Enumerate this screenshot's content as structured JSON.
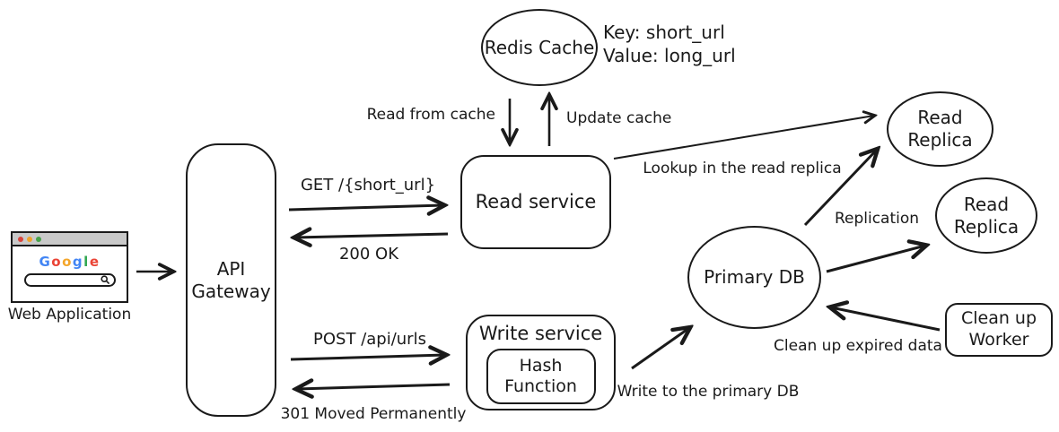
{
  "colors": {
    "stroke": "#1a1a1a",
    "background": "#ffffff",
    "browser_titlebar": "#c9c9c9",
    "traffic_red": "#d9453c",
    "traffic_yellow": "#efa32b",
    "traffic_green": "#46a24a",
    "google_blue": "#4285F4",
    "google_red": "#EA4335",
    "google_yellow": "#F4A62A",
    "google_green": "#34A853"
  },
  "nodes": {
    "web_application": {
      "caption": "Web Application"
    },
    "browser": {
      "logo_letters": [
        {
          "ch": "G",
          "color": "#4285F4"
        },
        {
          "ch": "o",
          "color": "#EA4335"
        },
        {
          "ch": "o",
          "color": "#F4A62A"
        },
        {
          "ch": "g",
          "color": "#4285F4"
        },
        {
          "ch": "l",
          "color": "#34A853"
        },
        {
          "ch": "e",
          "color": "#EA4335"
        }
      ]
    },
    "api_gateway": {
      "label": "API Gateway"
    },
    "read_service": {
      "label": "Read service"
    },
    "write_service": {
      "label": "Write service"
    },
    "hash_function": {
      "label": "Hash Function"
    },
    "redis_cache": {
      "label": "Redis Cache"
    },
    "primary_db": {
      "label": "Primary DB"
    },
    "read_replica_1": {
      "label": "Read Replica"
    },
    "read_replica_2": {
      "label": "Read Replica"
    },
    "cleanup_worker": {
      "label": "Clean up Worker"
    }
  },
  "annotations": {
    "cache_key": "Key: short_url",
    "cache_value": "Value: long_url"
  },
  "edges": {
    "get_short_url": {
      "label": "GET /{short_url}"
    },
    "ok_200": {
      "label": "200 OK"
    },
    "post_api_urls": {
      "label": "POST /api/urls"
    },
    "moved_301": {
      "label": "301 Moved Permanently"
    },
    "read_from_cache": {
      "label": "Read from cache"
    },
    "update_cache": {
      "label": "Update cache"
    },
    "lookup_read_replica": {
      "label": "Lookup in the read replica"
    },
    "replication": {
      "label": "Replication"
    },
    "write_primary_db": {
      "label": "Write to the primary DB"
    },
    "cleanup_expired": {
      "label": "Clean up expired data"
    }
  }
}
